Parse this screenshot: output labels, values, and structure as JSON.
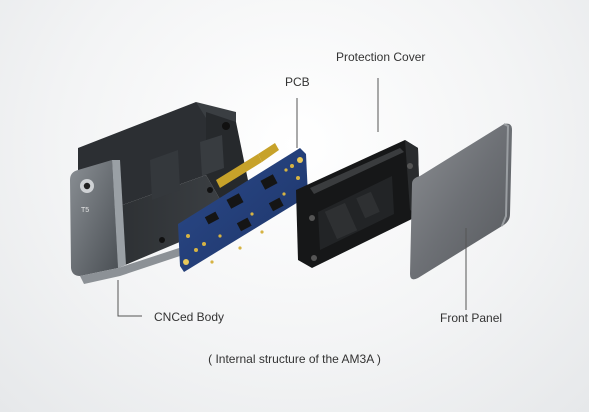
{
  "labels": {
    "protection_cover": "Protection Cover",
    "pcb": "PCB",
    "cnced_body": "CNCed Body",
    "front_panel": "Front Panel",
    "body_marking": "T5"
  },
  "caption": "( Internal structure of the AM3A )"
}
